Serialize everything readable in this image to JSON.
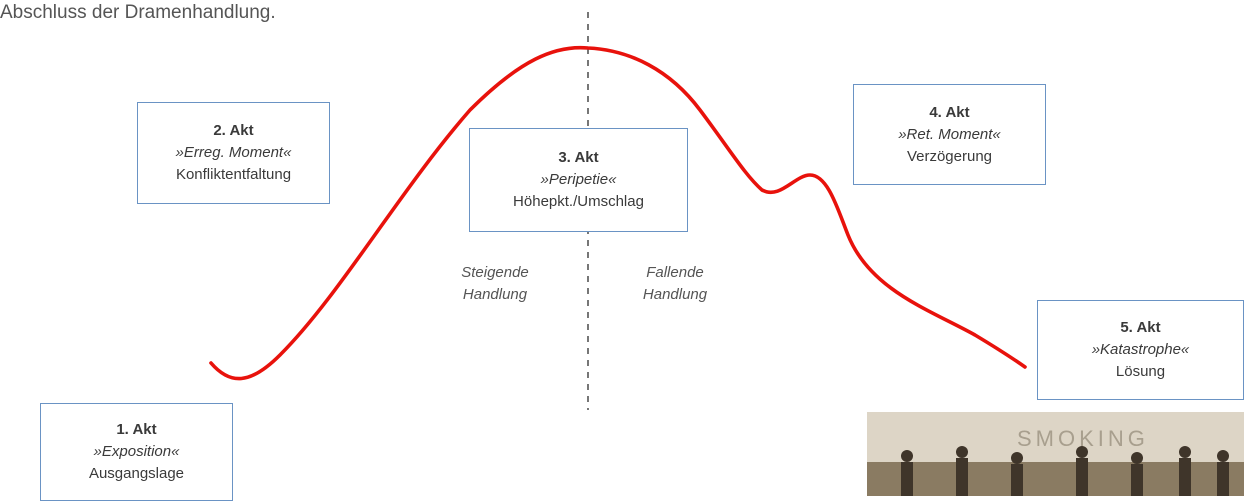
{
  "intro_text": "Abschluss der Dramenhandlung.",
  "acts": [
    {
      "number": "1. Akt",
      "term": "»Exposition«",
      "description": "Ausgangslage"
    },
    {
      "number": "2. Akt",
      "term": "»Erreg. Moment«",
      "description": "Konfliktentfaltung"
    },
    {
      "number": "3. Akt",
      "term": "»Peripetie«",
      "description": "Höhepkt./Umschlag"
    },
    {
      "number": "4. Akt",
      "term": "»Ret. Moment«",
      "description": "Verzögerung"
    },
    {
      "number": "5. Akt",
      "term": "»Katastrophe«",
      "description": "Lösung"
    }
  ],
  "phases": {
    "rising": [
      "Steigende",
      "Handlung"
    ],
    "falling": [
      "Fallende",
      "Handlung"
    ]
  },
  "colors": {
    "curve": "#e8120c",
    "box_border": "#6a93c4",
    "divider": "#555555"
  },
  "photo": {
    "visible_text": "SMOKING"
  }
}
